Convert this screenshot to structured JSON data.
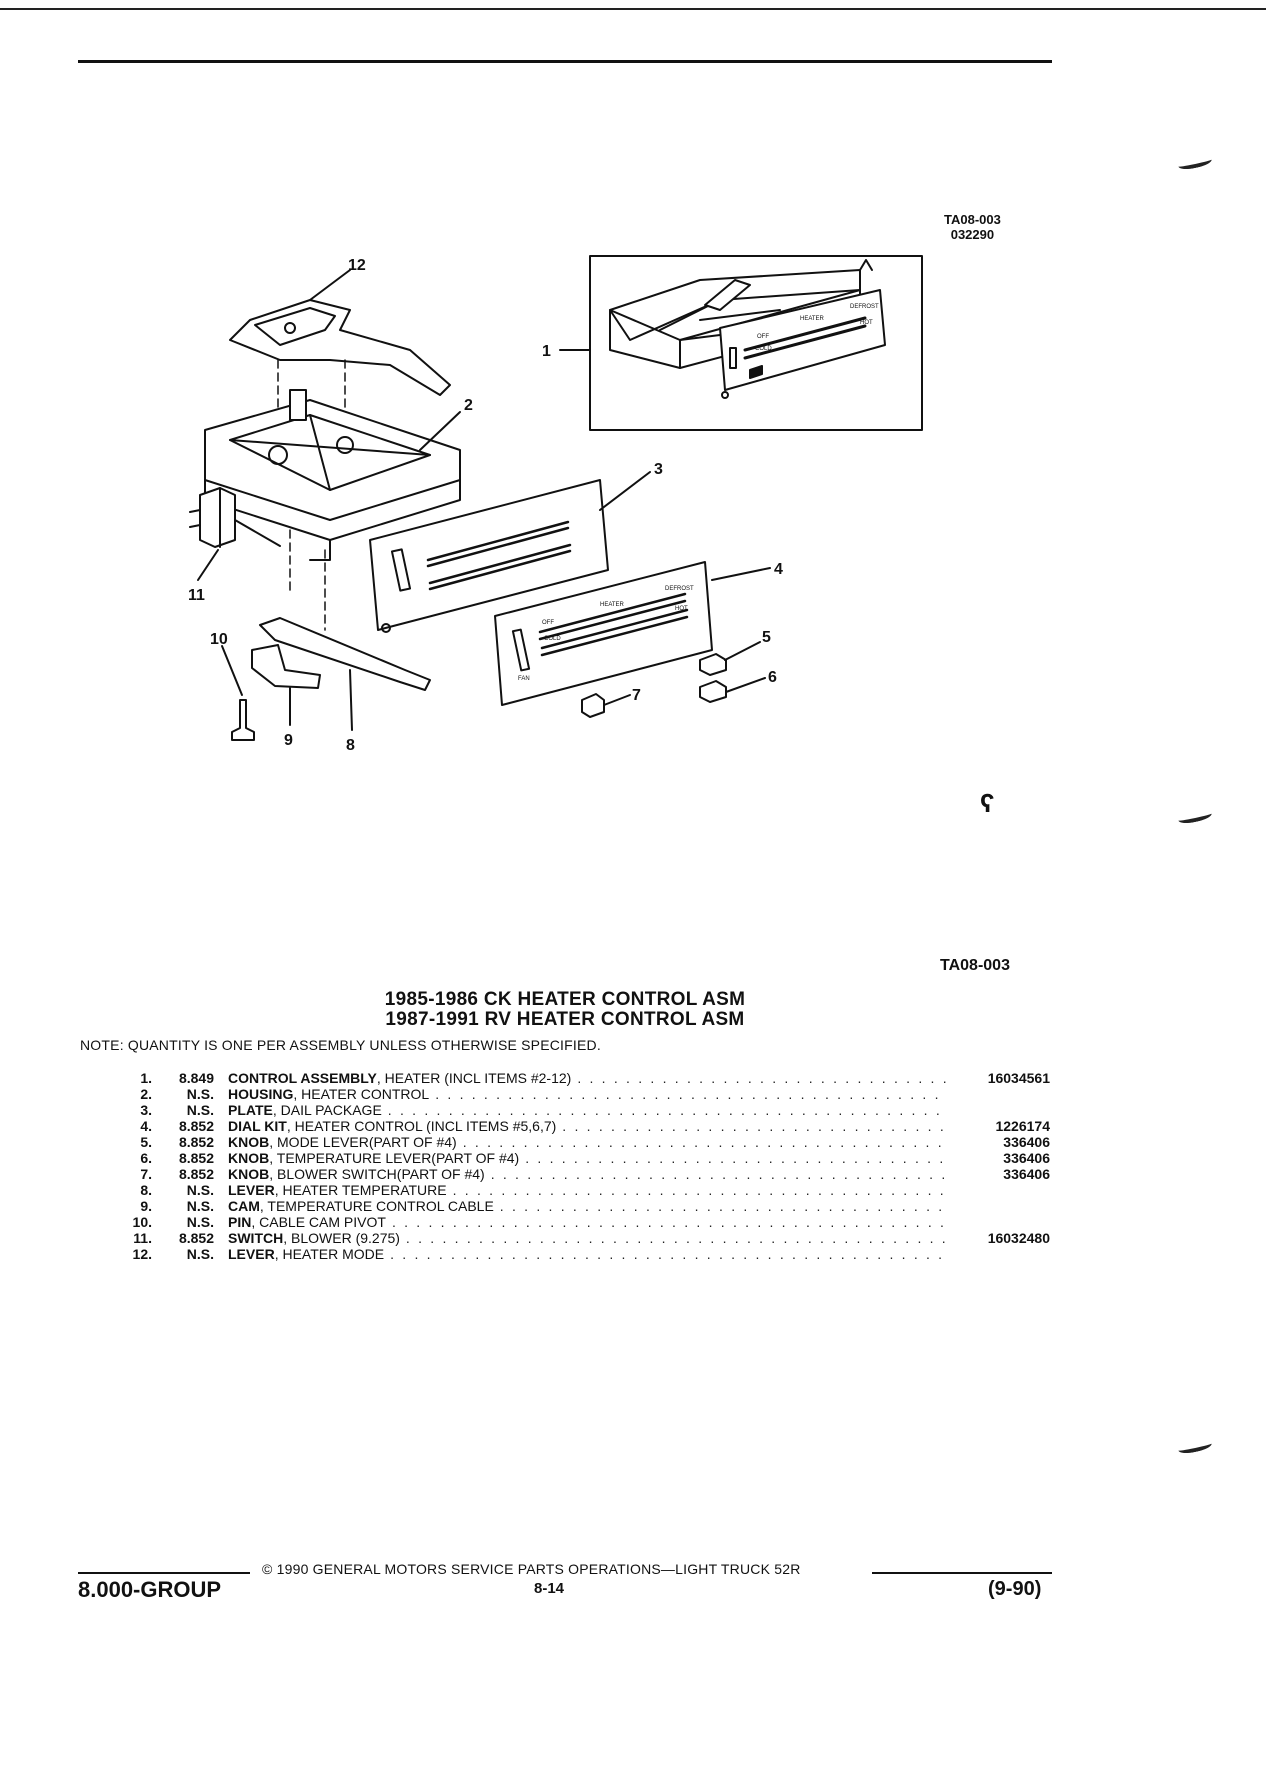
{
  "figure": {
    "code_top": "TA08-003",
    "date_code": "032290",
    "code_bottom": "TA08-003",
    "callouts": [
      "1",
      "2",
      "3",
      "4",
      "5",
      "6",
      "7",
      "8",
      "9",
      "10",
      "11",
      "12"
    ],
    "panel_labels": {
      "off": "OFF",
      "heater": "HEATER",
      "defrost": "DEFROST",
      "hot": "HOT",
      "cold": "COLD",
      "fan": "FAN"
    }
  },
  "titles": {
    "line1": "1985-1986 CK HEATER CONTROL ASM",
    "line2": "1987-1991 RV HEATER CONTROL ASM"
  },
  "note": "NOTE:  QUANTITY IS ONE PER ASSEMBLY UNLESS OTHERWISE SPECIFIED.",
  "parts": [
    {
      "num": "1.",
      "code": "8.849",
      "name": "CONTROL ASSEMBLY",
      "desc": ", HEATER (INCL ITEMS #2-12)",
      "pn": "16034561"
    },
    {
      "num": "2.",
      "code": "N.S.",
      "name": "HOUSING",
      "desc": ", HEATER CONTROL",
      "pn": ""
    },
    {
      "num": "3.",
      "code": "N.S.",
      "name": "PLATE",
      "desc": ", DAIL PACKAGE",
      "pn": ""
    },
    {
      "num": "4.",
      "code": "8.852",
      "name": "DIAL KIT",
      "desc": ", HEATER CONTROL (INCL ITEMS #5,6,7)",
      "pn": "1226174"
    },
    {
      "num": "5.",
      "code": "8.852",
      "name": "KNOB",
      "desc": ", MODE LEVER(PART OF #4)",
      "pn": "336406"
    },
    {
      "num": "6.",
      "code": "8.852",
      "name": "KNOB",
      "desc": ", TEMPERATURE LEVER(PART OF #4)",
      "pn": "336406"
    },
    {
      "num": "7.",
      "code": "8.852",
      "name": "KNOB",
      "desc": ", BLOWER SWITCH(PART OF #4)",
      "pn": "336406"
    },
    {
      "num": "8.",
      "code": "N.S.",
      "name": "LEVER",
      "desc": ", HEATER TEMPERATURE",
      "pn": ""
    },
    {
      "num": "9.",
      "code": "N.S.",
      "name": "CAM",
      "desc": ", TEMPERATURE CONTROL CABLE",
      "pn": ""
    },
    {
      "num": "10.",
      "code": "N.S.",
      "name": "PIN",
      "desc": ", CABLE CAM PIVOT",
      "pn": ""
    },
    {
      "num": "11.",
      "code": "8.852",
      "name": "SWITCH",
      "desc": ", BLOWER (9.275)",
      "pn": "16032480"
    },
    {
      "num": "12.",
      "code": "N.S.",
      "name": "LEVER",
      "desc": ", HEATER MODE",
      "pn": ""
    }
  ],
  "footer": {
    "copyright": "© 1990  GENERAL MOTORS SERVICE PARTS OPERATIONS—LIGHT TRUCK 52R",
    "group": "8.000-GROUP",
    "page": "8-14",
    "date": "(9-90)"
  },
  "marks": {
    "corner_symbol": "ʕ"
  }
}
